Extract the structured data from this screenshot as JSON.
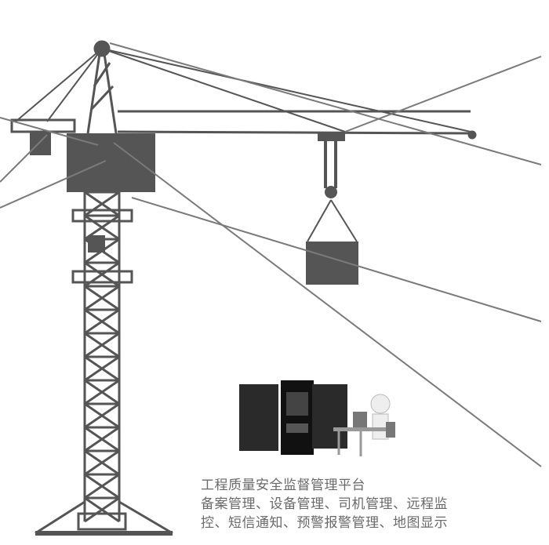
{
  "caption": {
    "title": "工程质量安全监督管理平台",
    "line2": "备案管理、设备管理、司机管理、远程监",
    "line3": "控、短信通知、预警报警管理、地图显示"
  },
  "colors": {
    "crane": "#555555",
    "lines": "#7a7a7a",
    "text": "#6a6a6a"
  }
}
